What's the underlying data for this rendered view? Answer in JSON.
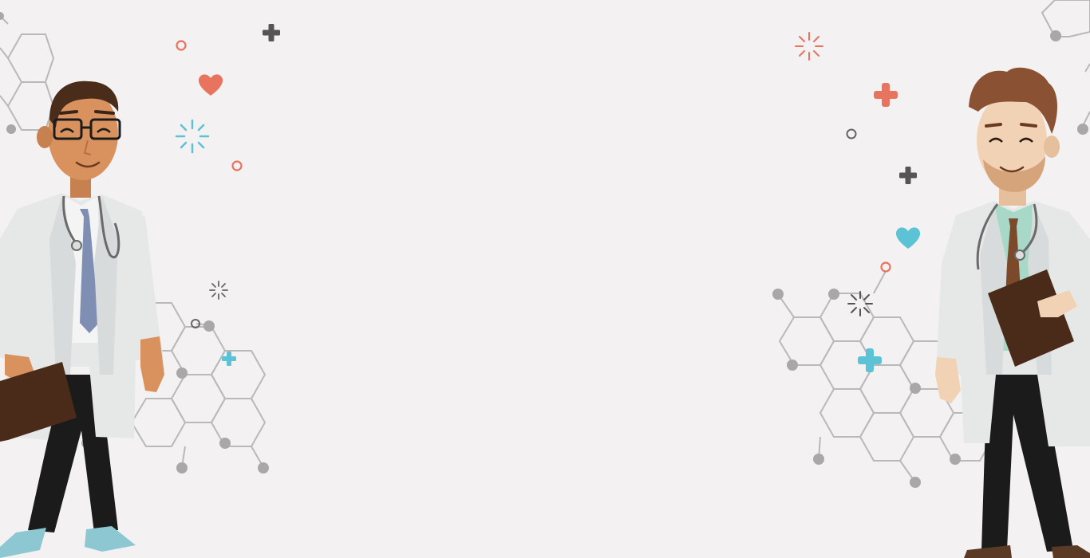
{
  "colors": {
    "background": "#f3f1f1",
    "coat": "#e6e8e8",
    "coat_shadow": "#cfd3d3",
    "skin_left": "#d9925e",
    "skin_right": "#f2d2b4",
    "hair": "#4a2c1a",
    "hair_right": "#8a5232",
    "pants": "#1b1b1b",
    "tie_left": "#7f8fb3",
    "tie_right": "#7a4a2b",
    "shirt_right": "#a8d8c8",
    "clipboard": "#4a2a18",
    "shoes_left": "#8cc7d2",
    "shoes_right": "#5a3a24",
    "accent_red": "#e8735f",
    "accent_blue": "#5cc3d6",
    "hex_line": "#b9b9b9",
    "hex_node": "#a8a8a8",
    "dark_plus": "#555555"
  },
  "figures": [
    {
      "name": "doctor-left",
      "icon": "doctor-with-glasses-illustration"
    },
    {
      "name": "doctor-right",
      "icon": "doctor-with-beard-illustration"
    }
  ],
  "decorations": [
    "heart-icon",
    "plus-icon",
    "sparkle-icon",
    "ring-icon",
    "hexagon-network"
  ]
}
